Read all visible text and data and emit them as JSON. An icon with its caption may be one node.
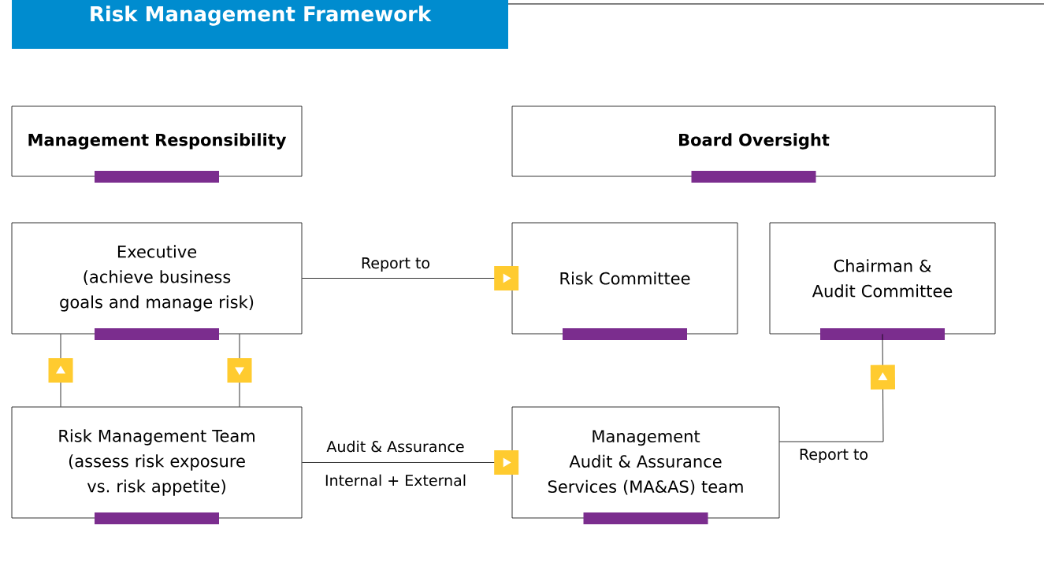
{
  "diagram": {
    "title": "Risk Management Framework",
    "nodes": [
      {
        "text": [
          "Management Responsibility"
        ]
      },
      {
        "text": [
          "Board Oversight"
        ]
      },
      {
        "text": [
          "Executive",
          "(achieve business goals and manage risk)"
        ]
      },
      {
        "text": [
          "Risk Committee"
        ]
      },
      {
        "text": [
          "Chairman & Audit Committee"
        ]
      },
      {
        "text": [
          "Risk Management Team",
          "(assess risk exposure vs. risk appetite)"
        ]
      },
      {
        "text": [
          "Management",
          "Audit & Assurance Services (MA&AS) team"
        ]
      }
    ],
    "edges": [
      {
        "from": 2,
        "to": 3,
        "arrow": "to",
        "label": "Report to"
      },
      {
        "from": 5,
        "to": 2,
        "arrow": "to"
      },
      {
        "from": 2,
        "to": 5,
        "arrow": "to"
      },
      {
        "from": 5,
        "to": 6,
        "arrow": "to",
        "label": "Audit & Assurance"
      },
      {
        "from": 6,
        "to": 4,
        "arrow": "to",
        "label": "Report to"
      }
    ],
    "labels": [
      "Internal + External"
    ]
  }
}
